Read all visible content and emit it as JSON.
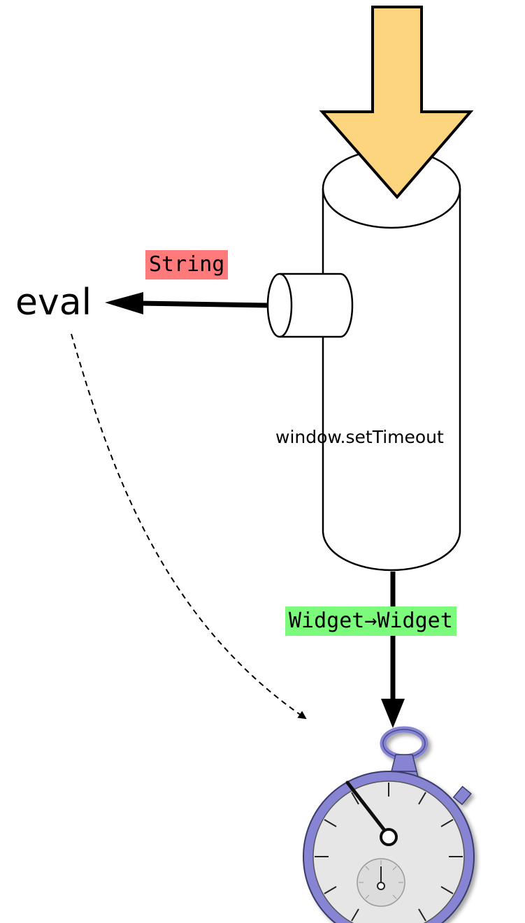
{
  "labels": {
    "eval": "eval",
    "string_type": "String",
    "window_function": "window.setTimeout",
    "widget_type": "Widget→Widget"
  },
  "colors": {
    "input_arrow_fill": "#fcd57e",
    "string_highlight": "#ff7b7b",
    "widget_highlight": "#7cfa7c",
    "stopwatch_body": "#8684d3",
    "stopwatch_face": "#e6e6e6"
  },
  "icons": {
    "input": "down-arrow-icon",
    "timer": "stopwatch-icon"
  }
}
